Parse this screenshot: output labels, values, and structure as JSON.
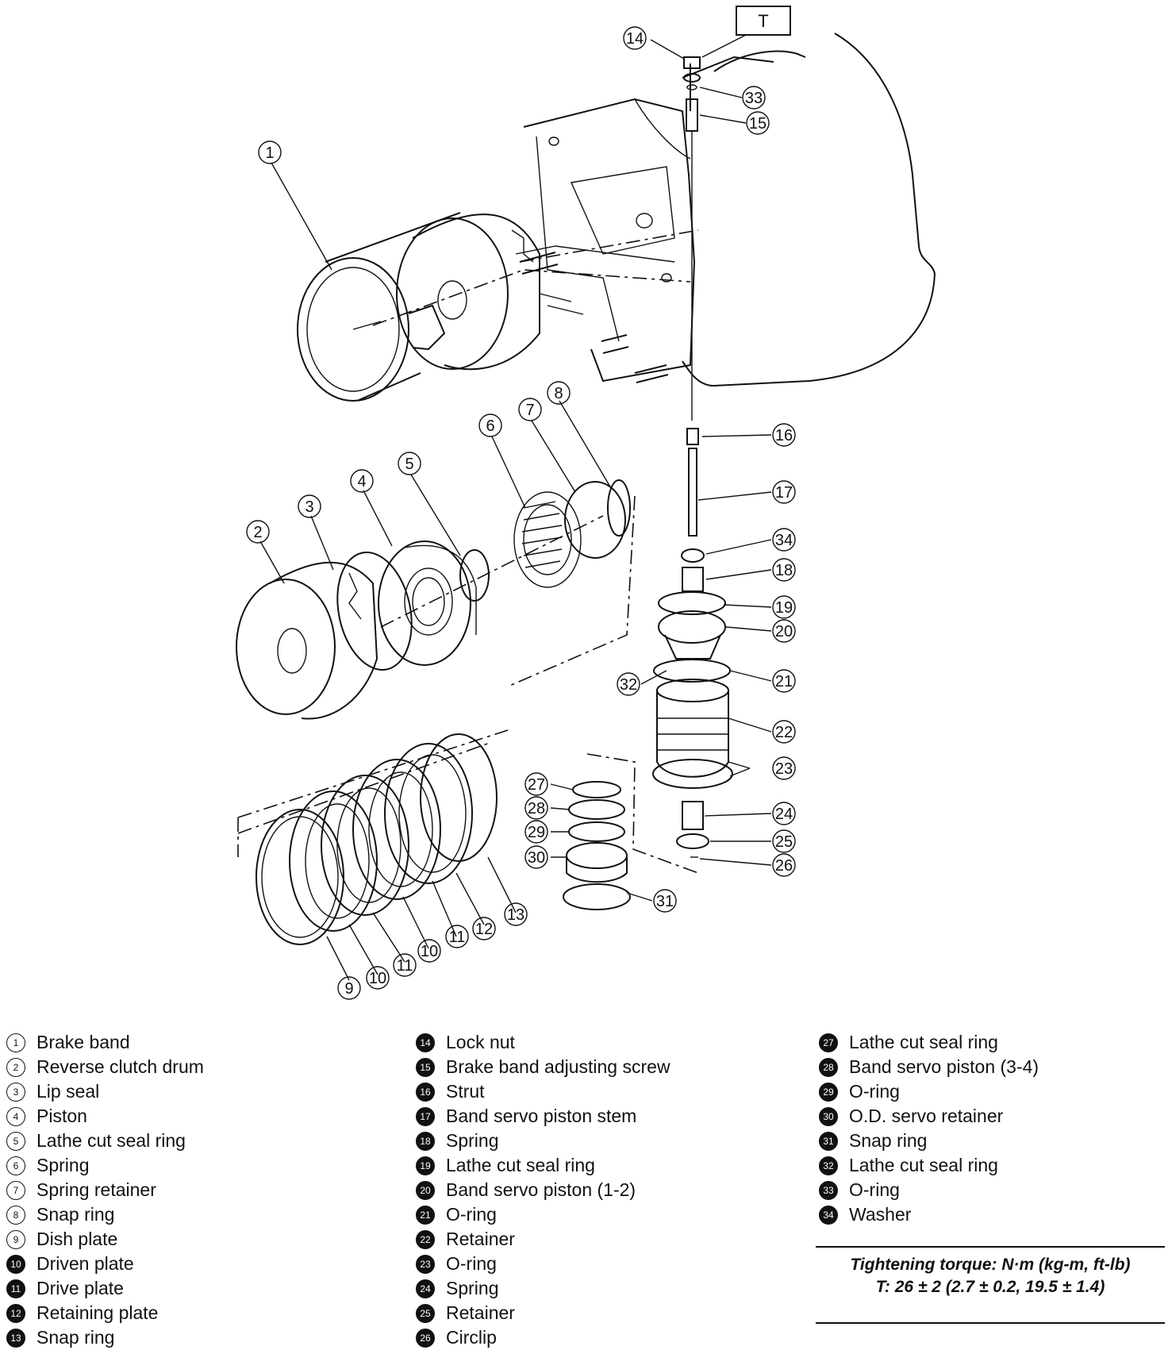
{
  "diagram": {
    "torque_box_label": "T",
    "callouts": [
      "1",
      "2",
      "3",
      "4",
      "5",
      "6",
      "7",
      "8",
      "9",
      "10",
      "11",
      "12",
      "13",
      "14",
      "15",
      "16",
      "17",
      "18",
      "19",
      "20",
      "21",
      "22",
      "23",
      "24",
      "25",
      "26",
      "27",
      "28",
      "29",
      "30",
      "31",
      "32",
      "33",
      "34"
    ]
  },
  "legend": {
    "col1": [
      {
        "num": "1",
        "label": "Brake band"
      },
      {
        "num": "2",
        "label": "Reverse clutch drum"
      },
      {
        "num": "3",
        "label": "Lip seal"
      },
      {
        "num": "4",
        "label": "Piston"
      },
      {
        "num": "5",
        "label": "Lathe cut seal ring"
      },
      {
        "num": "6",
        "label": "Spring"
      },
      {
        "num": "7",
        "label": "Spring retainer"
      },
      {
        "num": "8",
        "label": "Snap ring"
      },
      {
        "num": "9",
        "label": "Dish plate"
      },
      {
        "num": "10",
        "label": "Driven plate"
      },
      {
        "num": "11",
        "label": "Drive plate"
      },
      {
        "num": "12",
        "label": "Retaining plate"
      },
      {
        "num": "13",
        "label": "Snap ring"
      }
    ],
    "col2": [
      {
        "num": "14",
        "label": "Lock nut"
      },
      {
        "num": "15",
        "label": "Brake band adjusting screw"
      },
      {
        "num": "16",
        "label": "Strut"
      },
      {
        "num": "17",
        "label": "Band servo piston stem"
      },
      {
        "num": "18",
        "label": "Spring"
      },
      {
        "num": "19",
        "label": "Lathe cut seal ring"
      },
      {
        "num": "20",
        "label": "Band servo piston (1-2)"
      },
      {
        "num": "21",
        "label": "O-ring"
      },
      {
        "num": "22",
        "label": "Retainer"
      },
      {
        "num": "23",
        "label": "O-ring"
      },
      {
        "num": "24",
        "label": "Spring"
      },
      {
        "num": "25",
        "label": "Retainer"
      },
      {
        "num": "26",
        "label": "Circlip"
      }
    ],
    "col3": [
      {
        "num": "27",
        "label": "Lathe cut seal ring"
      },
      {
        "num": "28",
        "label": "Band servo piston (3-4)"
      },
      {
        "num": "29",
        "label": "O-ring"
      },
      {
        "num": "30",
        "label": "O.D. servo retainer"
      },
      {
        "num": "31",
        "label": "Snap ring"
      },
      {
        "num": "32",
        "label": "Lathe cut seal ring"
      },
      {
        "num": "33",
        "label": "O-ring"
      },
      {
        "num": "34",
        "label": "Washer"
      }
    ]
  },
  "torque_note": {
    "heading": "Tightening torque: N·m (kg-m, ft-lb)",
    "value": "T: 26 ± 2 (2.7 ± 0.2, 19.5 ± 1.4)"
  }
}
